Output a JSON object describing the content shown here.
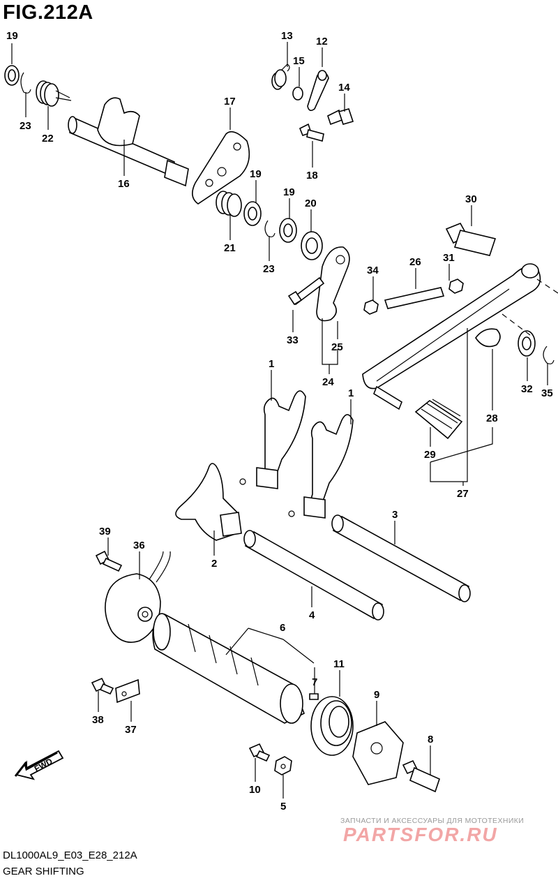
{
  "figure": {
    "title": "FIG.212A",
    "model_code": "DL1000AL9_E03_E28_212A",
    "section_name": "GEAR SHIFTING"
  },
  "direction_marker": {
    "label": "FWD",
    "icon": "fwd-arrow-icon"
  },
  "watermark": {
    "tagline": "ЗАПЧАСТИ И АКСЕССУАРЫ ДЛЯ МОТОТЕХНИКИ",
    "logo_text": "PARTSFOR.RU",
    "color": "#f2a6a6"
  },
  "callouts": [
    {
      "id": "c19a",
      "label": "19"
    },
    {
      "id": "c23a",
      "label": "23"
    },
    {
      "id": "c22",
      "label": "22"
    },
    {
      "id": "c16",
      "label": "16"
    },
    {
      "id": "c17",
      "label": "17"
    },
    {
      "id": "c13",
      "label": "13"
    },
    {
      "id": "c15",
      "label": "15"
    },
    {
      "id": "c12",
      "label": "12"
    },
    {
      "id": "c14",
      "label": "14"
    },
    {
      "id": "c18",
      "label": "18"
    },
    {
      "id": "c19b",
      "label": "19"
    },
    {
      "id": "c19c",
      "label": "19"
    },
    {
      "id": "c20",
      "label": "20"
    },
    {
      "id": "c21",
      "label": "21"
    },
    {
      "id": "c23b",
      "label": "23"
    },
    {
      "id": "c30",
      "label": "30"
    },
    {
      "id": "c34",
      "label": "34"
    },
    {
      "id": "c26",
      "label": "26"
    },
    {
      "id": "c31",
      "label": "31"
    },
    {
      "id": "c33",
      "label": "33"
    },
    {
      "id": "c25",
      "label": "25"
    },
    {
      "id": "c24",
      "label": "24"
    },
    {
      "id": "c32",
      "label": "32"
    },
    {
      "id": "c35",
      "label": "35"
    },
    {
      "id": "c1a",
      "label": "1"
    },
    {
      "id": "c1b",
      "label": "1"
    },
    {
      "id": "c28",
      "label": "28"
    },
    {
      "id": "c29",
      "label": "29"
    },
    {
      "id": "c27",
      "label": "27"
    },
    {
      "id": "c3",
      "label": "3"
    },
    {
      "id": "c2",
      "label": "2"
    },
    {
      "id": "c39",
      "label": "39"
    },
    {
      "id": "c36",
      "label": "36"
    },
    {
      "id": "c4",
      "label": "4"
    },
    {
      "id": "c6",
      "label": "6"
    },
    {
      "id": "c7",
      "label": "7"
    },
    {
      "id": "c11",
      "label": "11"
    },
    {
      "id": "c9",
      "label": "9"
    },
    {
      "id": "c38",
      "label": "38"
    },
    {
      "id": "c37",
      "label": "37"
    },
    {
      "id": "c8",
      "label": "8"
    },
    {
      "id": "c10",
      "label": "10"
    },
    {
      "id": "c5",
      "label": "5"
    }
  ]
}
